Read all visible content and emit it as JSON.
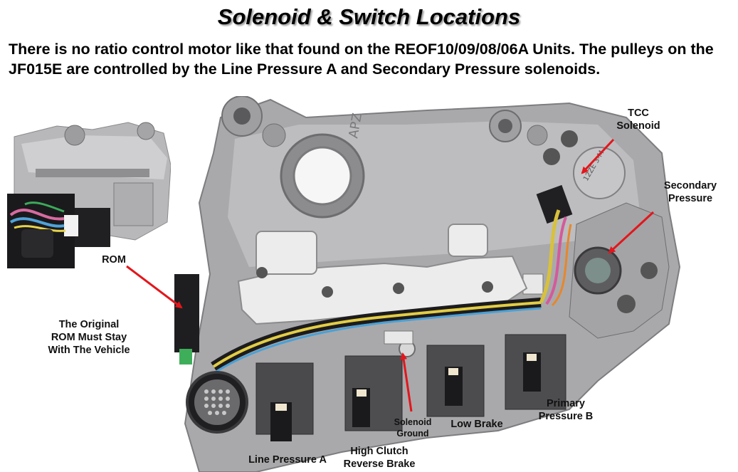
{
  "title": "Solenoid & Switch Locations",
  "intro": "There is no ratio control motor like that found on the REOF10/09/08/06A Units. The pulleys on the JF015E are controlled by the Line Pressure A and Secondary Pressure solenoids.",
  "labels": {
    "tcc_line1": "TCC",
    "tcc_line2": "Solenoid",
    "secondary_line1": "Secondary",
    "secondary_line2": "Pressure",
    "rom": "ROM",
    "original_line1": "The Original",
    "original_line2": "ROM Must Stay",
    "original_line3": "With The Vehicle",
    "primary_line1": "Primary",
    "primary_line2": "Pressure B",
    "low_brake": "Low Brake",
    "ground_line1": "Solenoid",
    "ground_line2": "Ground",
    "high_line1": "High Clutch",
    "high_line2": "Reverse Brake",
    "line_pressure_a": "Line Pressure A"
  },
  "photo_text": {
    "casting_code": "APZ",
    "solenoid_part": "12ZE 3-M"
  },
  "colors": {
    "arrow": "#e3161c",
    "metal": "#a9a9ab",
    "gasket": "#ececec"
  }
}
